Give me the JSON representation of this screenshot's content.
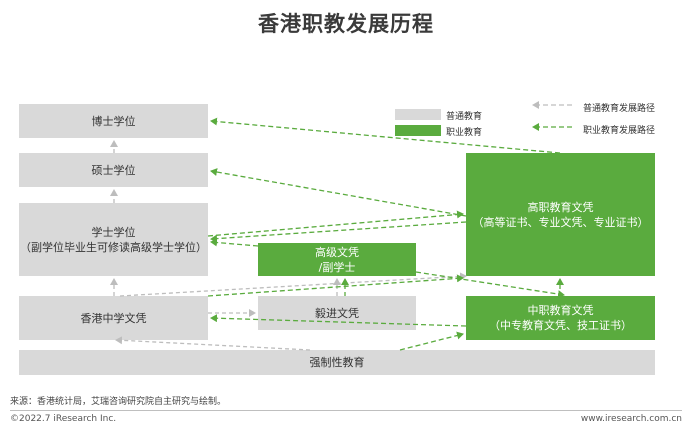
{
  "title": "香港职教发展历程",
  "legend": {
    "general_box": "普通教育",
    "vocational_box": "职业教育",
    "general_path": "普通教育发展路径",
    "vocational_path": "职业教育发展路径"
  },
  "boxes": {
    "doctor": "博士学位",
    "master": "硕士学位",
    "bachelor_line1": "学士学位",
    "bachelor_line2": "（副学位毕业生可修读高级学士学位）",
    "hkdse": "香港中学文凭",
    "yijin": "毅进文凭",
    "higher_dip_line1": "高级文凭",
    "higher_dip_line2": "/副学士",
    "higher_voc_line1": "高职教育文凭",
    "higher_voc_line2": "（高等证书、专业文凭、专业证书）",
    "mid_voc_line1": "中职教育文凭",
    "mid_voc_line2": "（中专教育文凭、技工证书）",
    "compulsory": "强制性教育"
  },
  "source": "来源：香港统计局，艾瑞咨询研究院自主研究与绘制。",
  "footer": {
    "copyright": "©2022.7 iResearch Inc.",
    "website": "www.iresearch.com.cn"
  },
  "colors": {
    "general": "#d9d9d9",
    "vocational": "#5aab3e",
    "general_arrow": "#bdbdbd",
    "vocational_arrow": "#5aab3e"
  }
}
